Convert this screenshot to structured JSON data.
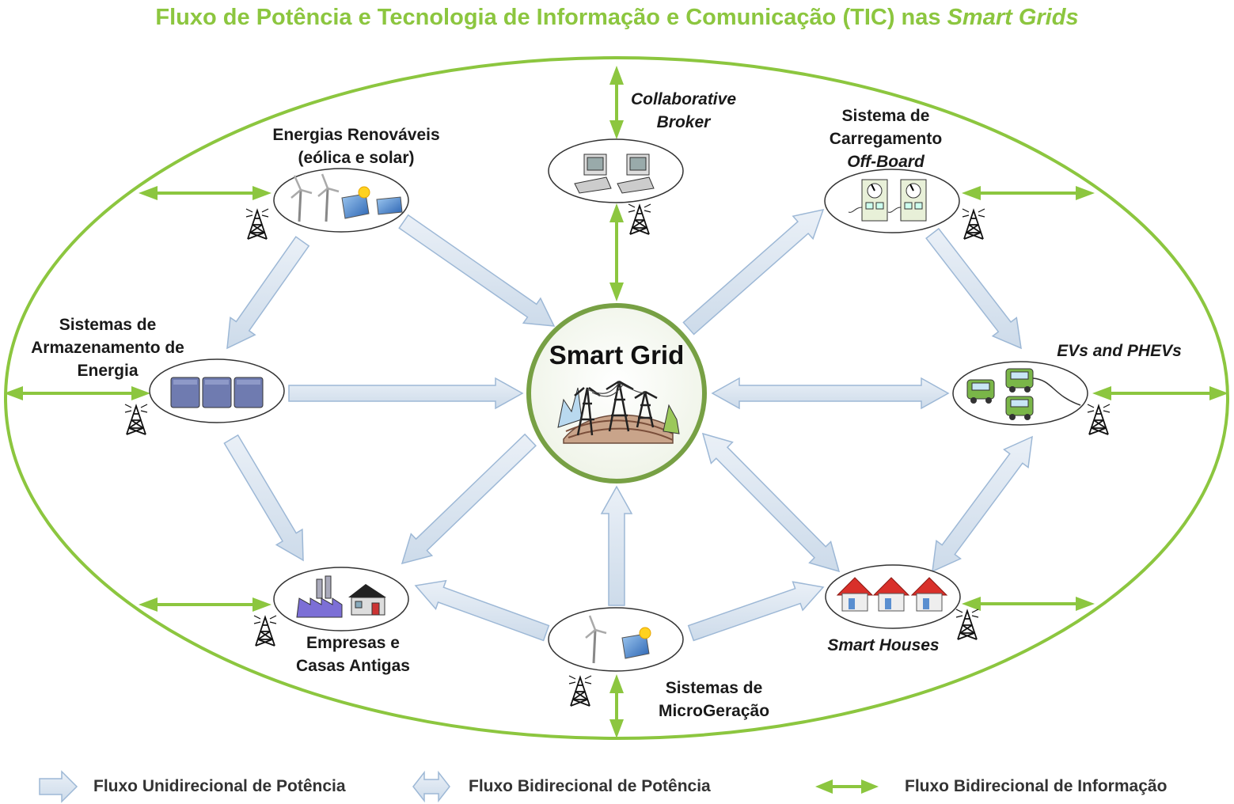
{
  "title_main": "Fluxo de Potência e Tecnologia de Informação e Comunicação (TIC) nas",
  "title_italic": "Smart Grids",
  "center": {
    "label": "Smart Grid"
  },
  "nodes": {
    "renewables": {
      "line1": "Energias Renováveis",
      "line2": "(eólica e solar)"
    },
    "broker": {
      "line1": "Collaborative",
      "line2": "Broker"
    },
    "charging": {
      "line1": "Sistema de",
      "line2": "Carregamento",
      "line3": "Off-Board"
    },
    "storage": {
      "line1": "Sistemas de",
      "line2": "Armazenamento de",
      "line3": "Energia"
    },
    "evs": {
      "line1": "EVs and PHEVs"
    },
    "companies": {
      "line1": "Empresas e",
      "line2": "Casas Antigas"
    },
    "microgen": {
      "line1": "Sistemas de",
      "line2": "MicroGeração"
    },
    "houses": {
      "line1": "Smart Houses"
    }
  },
  "legend": {
    "unidirectional": "Fluxo Unidirecional de Potência",
    "bidirectional_power": "Fluxo Bidirecional de Potência",
    "bidirectional_info": "Fluxo Bidirecional de Informação"
  },
  "colors": {
    "title": "#8cc63f",
    "info_arrow": "#8cc63f",
    "power_arrow_fill": "#d9e4f0",
    "power_arrow_stroke": "#9db8d6",
    "ellipse": "#8cc63f",
    "center_ring": "#77a044"
  },
  "icons": {
    "tower": "transmission-tower-icon",
    "wind": "wind-turbine-icon",
    "solar": "solar-panel-icon",
    "computer": "computer-icon",
    "charger": "charging-station-icon",
    "battery": "battery-icon",
    "ev": "electric-vehicle-icon",
    "factory": "factory-icon",
    "house": "house-icon",
    "grid": "power-grid-icon"
  }
}
